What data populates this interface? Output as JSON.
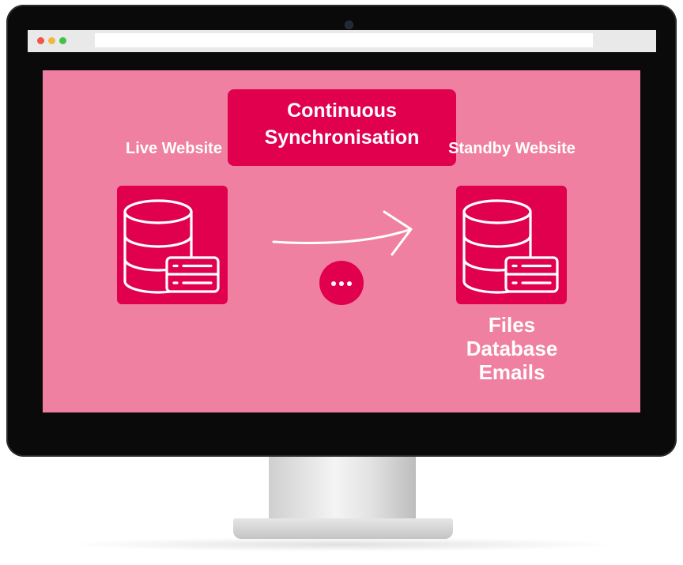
{
  "diagram": {
    "title": "Continuous Synchronisation",
    "live_label": "Live Website",
    "standby_label": "Standby Website",
    "data_items": [
      "Files",
      "Database",
      "Emails"
    ]
  },
  "colors": {
    "screen": "#f080a2",
    "accent": "#e0004d",
    "text": "#ffffff",
    "bezel": "#0a0a0a"
  },
  "icons": [
    "database-server-icon",
    "arrow-right-icon",
    "more-dots-icon"
  ]
}
